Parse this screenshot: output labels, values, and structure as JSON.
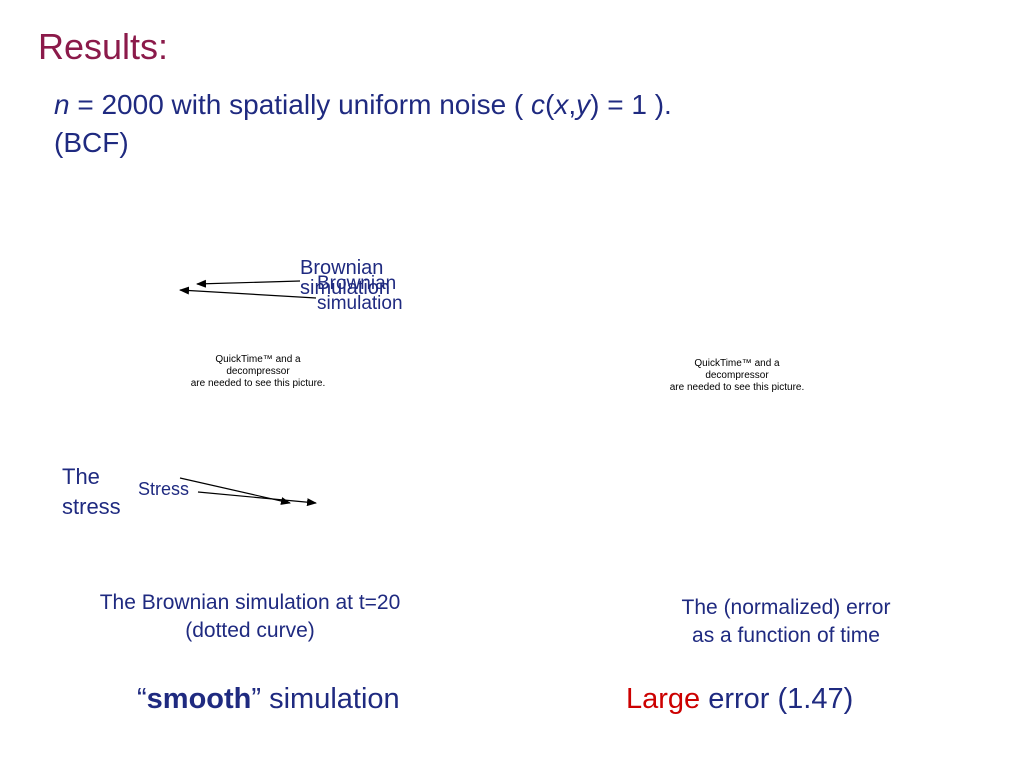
{
  "slide": {
    "title": "Results:",
    "subtitle": {
      "n_var": "n",
      "eq_part": " = 2000 with spatially uniform noise ( ",
      "c_var": "c",
      "paren_open": "(",
      "x_var": "x",
      "comma": ",",
      "y_var": "y",
      "end_part": ") = 1 ).",
      "line2": "(BCF)"
    },
    "labels": {
      "brownian_1_line1": "Brownian",
      "brownian_1_line2": "simulation",
      "brownian_2_line1": "Brownian",
      "brownian_2_line2": "simulation",
      "stress_big_line1": "The",
      "stress_big_line2": "stress",
      "stress_small": "Stress"
    },
    "placeholders": {
      "left": {
        "line1": "QuickTime™ and a",
        "line2": "decompressor",
        "line3": "are needed to see this picture."
      },
      "right": {
        "line1": "QuickTime™ and a",
        "line2": "decompressor",
        "line3": "are needed to see this picture."
      }
    },
    "captions": {
      "left_line1": "The Brownian simulation at t=20",
      "left_line2": "(dotted curve)",
      "right_line1": "The (normalized) error",
      "right_line2": "as a function of time"
    },
    "bottom": {
      "left_open_quote": "“",
      "left_bold": "smooth",
      "left_rest": "” simulation",
      "right_red": "Large",
      "right_rest": " error (1.47)"
    },
    "colors": {
      "title": "#8b1a4a",
      "text": "#1f2a80",
      "highlight": "#cc0000"
    }
  }
}
